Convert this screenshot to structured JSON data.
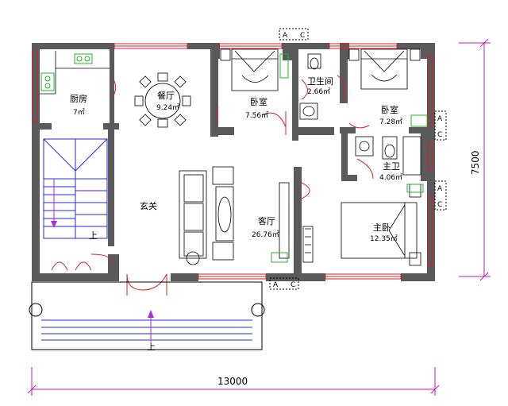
{
  "rooms": {
    "kitchen": {
      "name": "厨房",
      "area": "7㎡"
    },
    "dining": {
      "name": "餐厅",
      "area": "9.24㎡"
    },
    "bedroom1": {
      "name": "卧室",
      "area": "7.56㎡"
    },
    "bathroom": {
      "name": "卫生间",
      "area": "2.66㎡"
    },
    "bedroom2": {
      "name": "卧室",
      "area": "7.28㎡"
    },
    "foyer": {
      "name": "玄关"
    },
    "living": {
      "name": "客厅",
      "area": "26.76㎡"
    },
    "master_bath": {
      "name": "主卫",
      "area": "4.06㎡"
    },
    "master_bed": {
      "name": "主卧",
      "area": "12.35㎡"
    }
  },
  "labels": {
    "up_stair": "上",
    "up_entry": "上",
    "section_a": "A",
    "section_c": "C"
  },
  "dimensions": {
    "width": "13000",
    "depth": "7500"
  },
  "colors": {
    "wall": "#5a5a5a",
    "window": "#d0202a",
    "stair": "#2a2ad8",
    "dimension": "#c21bb0",
    "fixture": "#1fb52a"
  }
}
